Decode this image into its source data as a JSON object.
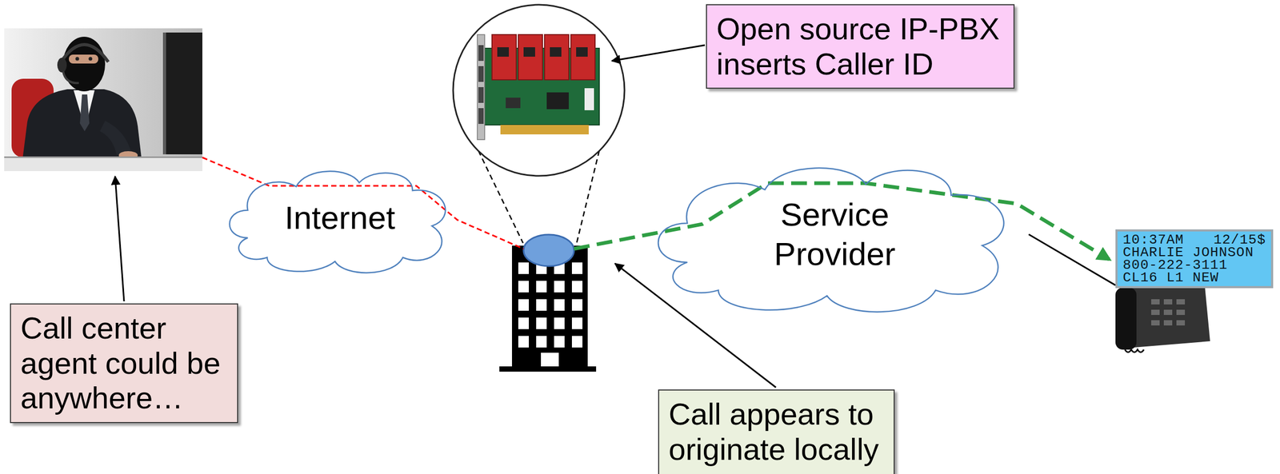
{
  "diagram": {
    "nodes": [
      {
        "text": [
          "Open source IP-PBX inserts Caller ID"
        ]
      },
      {
        "text": [
          "Internet"
        ]
      },
      {
        "text": [
          "Service Provider"
        ]
      },
      {
        "text": [
          "10:37AM",
          "12/15$",
          "CHARLIE JOHNSON",
          "800-222-3111",
          "CL16 L1 NEW"
        ]
      },
      {
        "text": [
          "Call center agent could be anywhere…"
        ]
      },
      {
        "text": [
          "Call appears to originate locally"
        ]
      }
    ],
    "edges": [
      {
        "from": 2,
        "to": 3,
        "arrow": "none"
      }
    ]
  }
}
